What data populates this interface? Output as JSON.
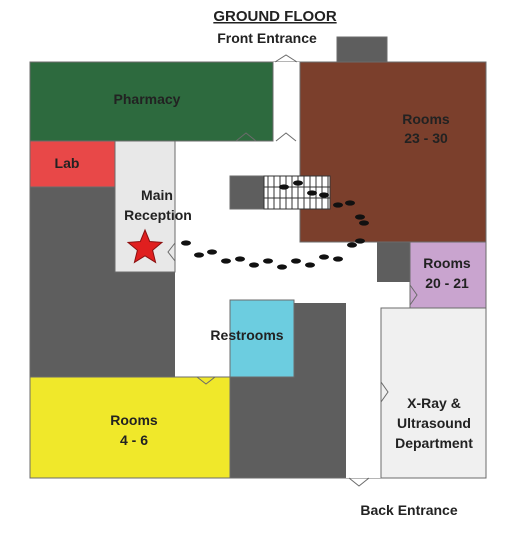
{
  "title": "GROUND FLOOR",
  "entrances": {
    "front": "Front Entrance",
    "back": "Back Entrance"
  },
  "rooms": {
    "pharmacy": {
      "label": "Pharmacy",
      "color": "#2d6a3e"
    },
    "rooms_23_30": {
      "line1": "Rooms",
      "line2": "23 - 30",
      "color": "#7b3f2c"
    },
    "lab": {
      "label": "Lab",
      "color": "#e84848"
    },
    "main_reception": {
      "line1": "Main",
      "line2": "Reception",
      "color": "#e8e8e8"
    },
    "rooms_20_21": {
      "line1": "Rooms",
      "line2": "20 - 21",
      "color": "#c9a4cf"
    },
    "restrooms": {
      "label": "Restrooms",
      "color": "#6ccde0"
    },
    "rooms_4_6": {
      "line1": "Rooms",
      "line2": "4 - 6",
      "color": "#f0e82a"
    },
    "xray": {
      "line1": "X-Ray &",
      "line2": "Ultrasound",
      "line3": "Department",
      "color": "#f0f0f0"
    }
  },
  "colors": {
    "unlabeled_area": "#5e5e5e",
    "hallway": "#ffffff",
    "outline": "#6b6b6b",
    "you_are_here_star": "#e01f1f",
    "footprints": "#111111"
  },
  "icons": {
    "you_are_here": "star-icon",
    "walking_path": "footprints-icon",
    "stairs": "stairs-icon"
  }
}
